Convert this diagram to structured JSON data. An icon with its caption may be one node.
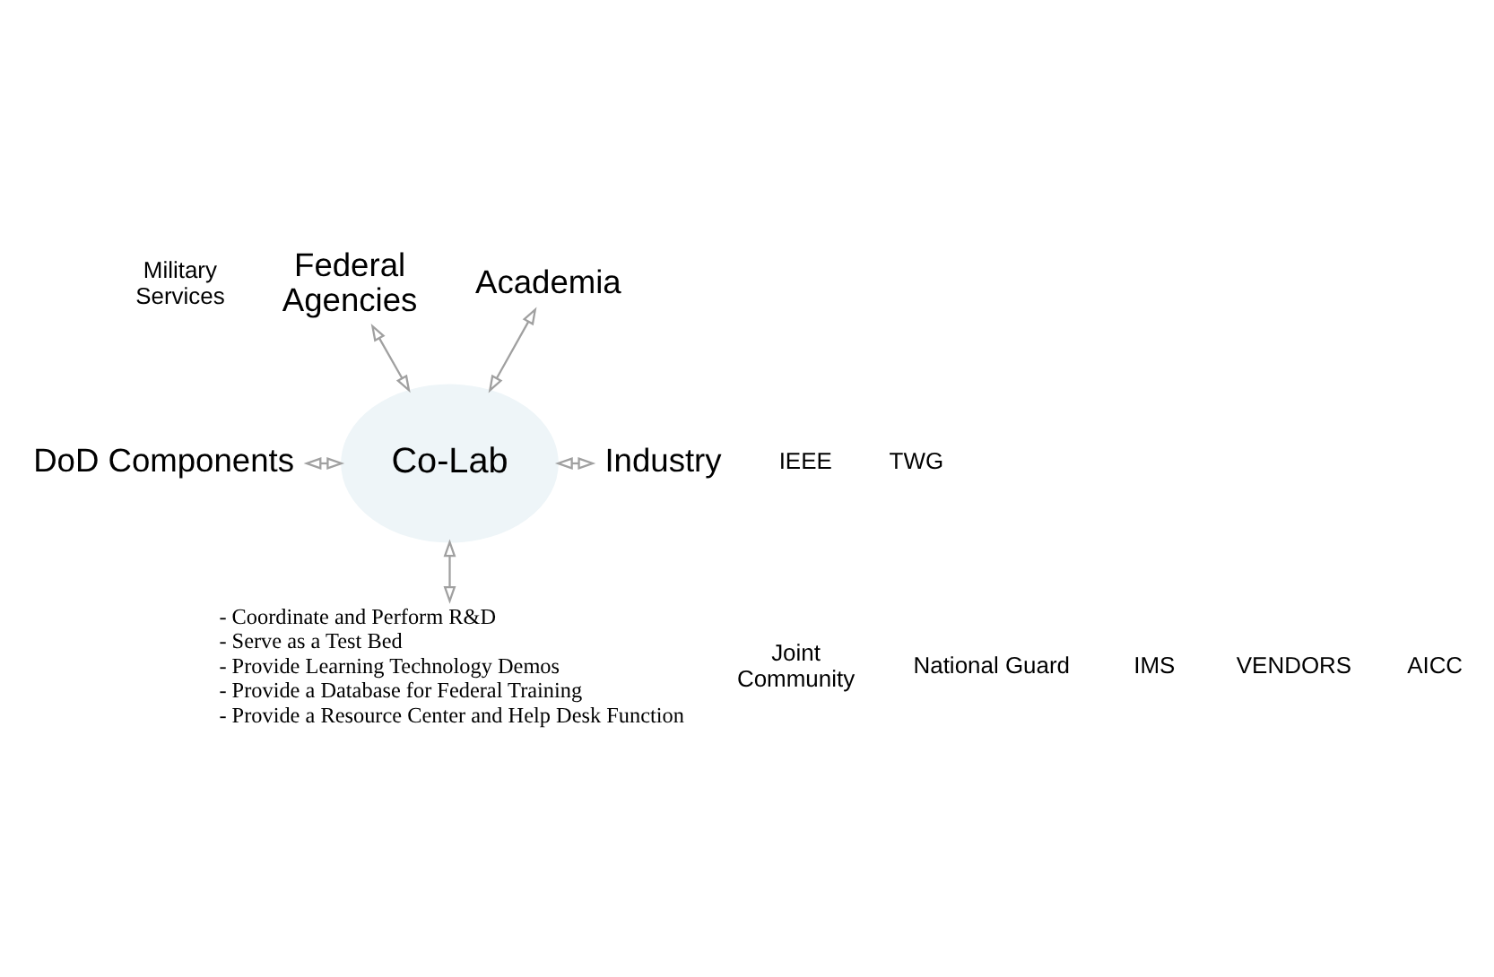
{
  "diagram": {
    "nodes": [
      {
        "text": [
          "Federal Agencies"
        ]
      },
      {
        "text": [
          "Academia"
        ]
      },
      {
        "text": [
          "DoD Components"
        ]
      },
      {
        "text": [
          "Co-Lab"
        ]
      },
      {
        "text": [
          "Industry"
        ]
      },
      {
        "text": [
          "- Coordinate and Perform R&D",
          "- Serve as a Test Bed",
          "- Provide Learning Technology Demos",
          "- Provide a Database for Federal Training",
          "- Provide a Resource Center and Help Desk Function"
        ]
      }
    ],
    "edges": [
      {
        "from": 0,
        "to": 3,
        "arrow": "both"
      },
      {
        "from": 1,
        "to": 3,
        "arrow": "both"
      },
      {
        "from": 2,
        "to": 3,
        "arrow": "both"
      },
      {
        "from": 3,
        "to": 4,
        "arrow": "both"
      },
      {
        "from": 3,
        "to": 5,
        "arrow": "both"
      }
    ],
    "labels": [
      "Military Services",
      "IEEE",
      "TWG",
      "Joint Community",
      "National Guard",
      "IMS",
      "VENDORS",
      "AICC"
    ]
  }
}
